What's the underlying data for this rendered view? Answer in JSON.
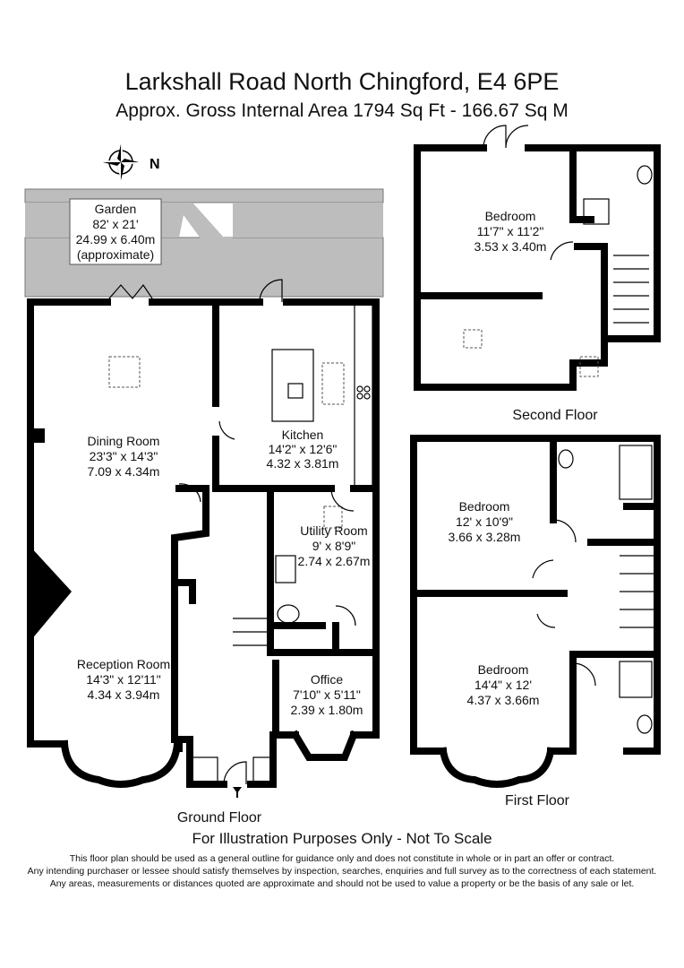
{
  "header": {
    "title": "Larkshall Road North Chingford, E4 6PE",
    "subtitle": "Approx. Gross Internal Area   1794 Sq Ft  -  166.67 Sq M"
  },
  "compass": {
    "icon": "compass-rose-icon",
    "label": "N"
  },
  "ground_floor": {
    "label": "Ground Floor",
    "rooms": [
      {
        "name": "Garden",
        "dim_imperial": "82' x 21'",
        "dim_metric": "24.99 x 6.40m",
        "note": "(approximate)"
      },
      {
        "name": "Dining Room",
        "dim_imperial": "23'3\" x 14'3\"",
        "dim_metric": "7.09 x 4.34m"
      },
      {
        "name": "Kitchen",
        "dim_imperial": "14'2\" x 12'6\"",
        "dim_metric": "4.32 x 3.81m"
      },
      {
        "name": "Utility Room",
        "dim_imperial": "9' x 8'9\"",
        "dim_metric": "2.74 x 2.67m"
      },
      {
        "name": "Reception Room",
        "dim_imperial": "14'3\" x 12'11\"",
        "dim_metric": "4.34 x 3.94m"
      },
      {
        "name": "Office",
        "dim_imperial": "7'10\" x 5'11\"",
        "dim_metric": "2.39 x 1.80m"
      }
    ]
  },
  "second_floor": {
    "label": "Second Floor",
    "rooms": [
      {
        "name": "Bedroom",
        "dim_imperial": "11'7\" x 11'2\"",
        "dim_metric": "3.53 x 3.40m"
      }
    ]
  },
  "first_floor": {
    "label": "First Floor",
    "rooms": [
      {
        "name": "Bedroom",
        "dim_imperial": "12' x 10'9\"",
        "dim_metric": "3.66 x 3.28m"
      },
      {
        "name": "Bedroom",
        "dim_imperial": "14'4\" x 12'",
        "dim_metric": "4.37 x 3.66m"
      }
    ]
  },
  "footer": {
    "illustration_note": "For Illustration Purposes Only - Not To Scale",
    "disclaimer": [
      "This floor plan should be used as a general outline for guidance only and does not constitute in whole or in part an offer or contract.",
      "Any intending purchaser or lessee should satisfy themselves by inspection, searches, enquiries and full survey as to the correctness of each statement.",
      "Any areas, measurements or distances quoted are approximate and should not be used to value a property or be the basis of any sale or let."
    ]
  }
}
